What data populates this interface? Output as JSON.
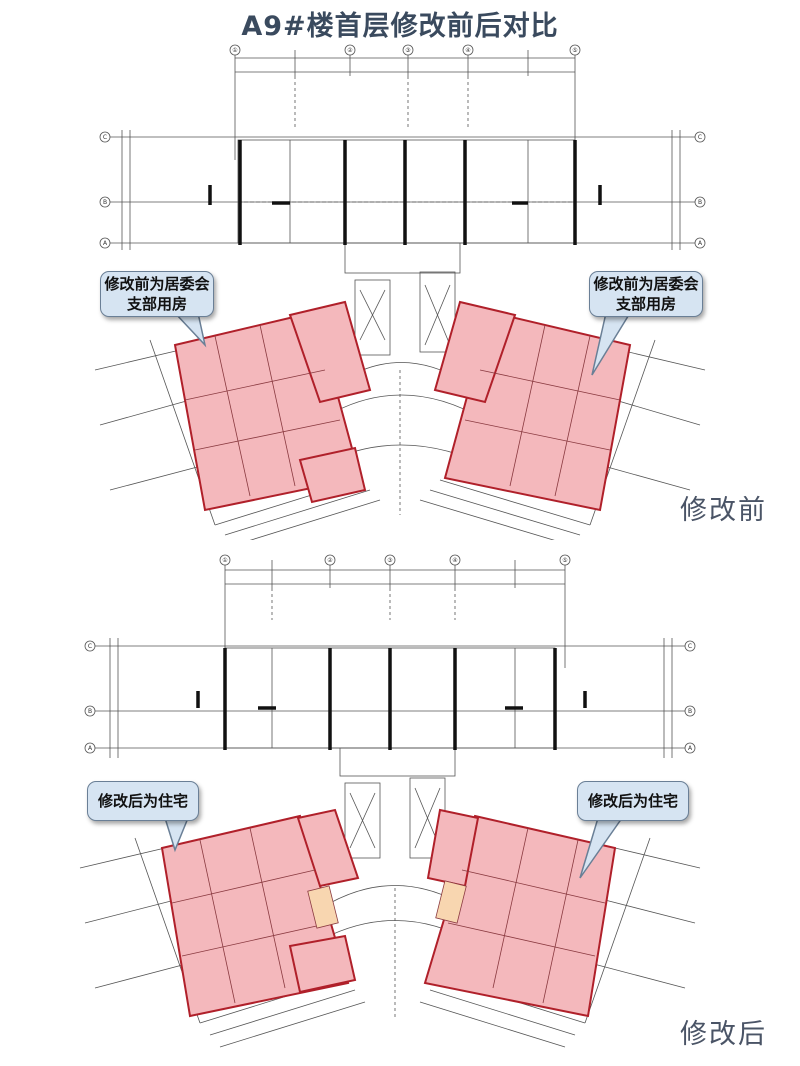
{
  "title": "A9#楼首层修改前后对比",
  "before": {
    "label": "修改前",
    "callout_left": {
      "line1": "修改前为居委会",
      "line2": "支部用房"
    },
    "callout_right": {
      "line1": "修改前为居委会",
      "line2": "支部用房"
    }
  },
  "after": {
    "label": "修改后",
    "callout_left": {
      "line1": "修改后为住宅"
    },
    "callout_right": {
      "line1": "修改后为住宅"
    }
  },
  "grid_axes": {
    "numbers": [
      "①",
      "②",
      "③",
      "④",
      "⑤"
    ],
    "letters": [
      "C",
      "B",
      "A"
    ]
  },
  "colors": {
    "title": "#3a4a5e",
    "highlight_fill": "#f4b8bc",
    "highlight_stroke": "#b0202a",
    "callout_fill": "#d6e4f2",
    "callout_stroke": "#6a7f96",
    "drawing_line": "#555555"
  }
}
